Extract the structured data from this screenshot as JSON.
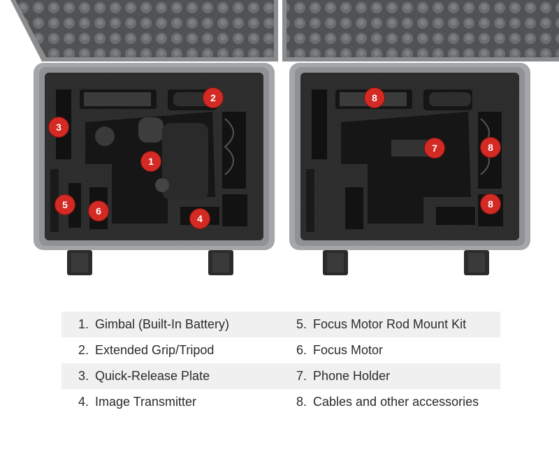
{
  "badges": {
    "l1": "1",
    "l2": "2",
    "l3": "3",
    "l4": "4",
    "l5": "5",
    "l6": "6",
    "r7": "7",
    "r8a": "8",
    "r8b": "8",
    "r8c": "8"
  },
  "legend": {
    "rows": [
      {
        "left": {
          "num": "1.",
          "label": "Gimbal (Built-In Battery)"
        },
        "right": {
          "num": "5.",
          "label": "Focus Motor Rod Mount Kit"
        }
      },
      {
        "left": {
          "num": "2.",
          "label": "Extended Grip/Tripod"
        },
        "right": {
          "num": "6.",
          "label": "Focus Motor"
        }
      },
      {
        "left": {
          "num": "3.",
          "label": "Quick-Release Plate"
        },
        "right": {
          "num": "7.",
          "label": "Phone Holder"
        }
      },
      {
        "left": {
          "num": "4.",
          "label": "Image Transmitter"
        },
        "right": {
          "num": "8.",
          "label": "Cables and other accessories"
        }
      }
    ]
  },
  "colors": {
    "badge": "#d42a24",
    "case": "#9a9c9f",
    "foam": "#2a2a2a",
    "row_shade": "#f0f0f0"
  }
}
